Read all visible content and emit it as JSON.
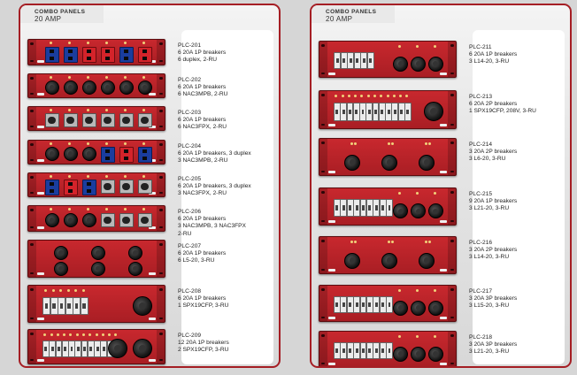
{
  "left": {
    "title_line1": "COMBO PANELS",
    "title_line2": "20 AMP",
    "items": [
      {
        "model": "PLC-201",
        "lines": [
          "6 20A 1P breakers",
          "6 duplex, 2-RU"
        ]
      },
      {
        "model": "PLC-202",
        "lines": [
          "6 20A 1P breakers",
          "6 NAC3MPB, 2-RU"
        ]
      },
      {
        "model": "PLC-203",
        "lines": [
          "6 20A 1P breakers",
          "6 NAC3FPX, 2-RU"
        ]
      },
      {
        "model": "PLC-204",
        "lines": [
          "6 20A 1P breakers, 3 duplex",
          "3 NAC3MPB, 2-RU"
        ]
      },
      {
        "model": "PLC-205",
        "lines": [
          "6 20A 1P breakers, 3 duplex",
          "3 NAC3FPX, 2-RU"
        ]
      },
      {
        "model": "PLC-206",
        "lines": [
          "6 20A 1P breakers",
          "3 NAC3MPB, 3 NAC3FPX",
          "2-RU"
        ]
      },
      {
        "model": "PLC-207",
        "lines": [
          "6 20A 1P breakers",
          "6 L5-20, 3-RU"
        ]
      },
      {
        "model": "PLC-208",
        "lines": [
          "6 20A 1P breakers",
          "1 SPX19CFP, 3-RU"
        ]
      },
      {
        "model": "PLC-209",
        "lines": [
          "12 20A 1P breakers",
          "2 SPX19CFP, 3-RU"
        ]
      }
    ]
  },
  "right": {
    "title_line1": "COMBO PANELS",
    "title_line2": "20 AMP",
    "items": [
      {
        "model": "PLC-211",
        "lines": [
          "6 20A 1P breakers",
          "3 L14-20, 3-RU"
        ]
      },
      {
        "model": "PLC-213",
        "lines": [
          "6 20A 2P breakers",
          "1 SPX19CFP, 208V, 3-RU"
        ]
      },
      {
        "model": "PLC-214",
        "lines": [
          "3 20A 2P breakers",
          "3 L6-20, 3-RU"
        ]
      },
      {
        "model": "PLC-215",
        "lines": [
          "9 20A 1P breakers",
          "3 L21-20, 3-RU"
        ]
      },
      {
        "model": "PLC-216",
        "lines": [
          "3 20A 2P breakers",
          "3 L14-20, 3-RU"
        ]
      },
      {
        "model": "PLC-217",
        "lines": [
          "3 20A 3P breakers",
          "3 L15-20, 3-RU"
        ]
      },
      {
        "model": "PLC-218",
        "lines": [
          "3 20A 3P breakers",
          "3 L21-20, 3-RU"
        ]
      }
    ]
  },
  "colors": {
    "brand_red": "#a51e24",
    "panel_red": "#c8282e",
    "duplex_blue": "#1a3d9e"
  },
  "icon_names": [
    "duplex-outlet-icon",
    "round-connector-icon",
    "square-connector-icon",
    "circuit-breaker-icon",
    "multipin-connector-icon",
    "indicator-lamp-icon"
  ]
}
